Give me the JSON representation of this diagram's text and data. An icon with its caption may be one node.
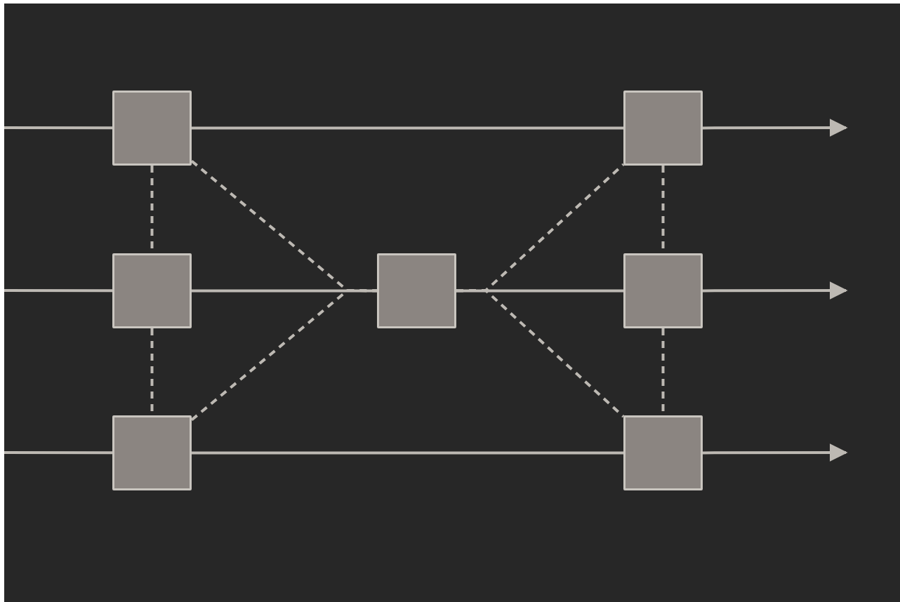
{
  "diagram": {
    "nodes": [
      {
        "text": [],
        "shape": "box"
      },
      {
        "text": [],
        "shape": "box"
      },
      {
        "text": [],
        "shape": "box"
      },
      {
        "text": [],
        "shape": "box"
      },
      {
        "text": [],
        "shape": "box"
      },
      {
        "text": [],
        "shape": "box"
      },
      {
        "text": [],
        "shape": "box"
      }
    ],
    "edges": [
      {
        "from": null,
        "to": 0,
        "arrow": "none"
      },
      {
        "from": 0,
        "to": 1,
        "arrow": "none"
      },
      {
        "from": 1,
        "to": null,
        "arrow": "to"
      },
      {
        "from": null,
        "to": 2,
        "arrow": "none"
      },
      {
        "from": 2,
        "to": 3,
        "arrow": "none"
      },
      {
        "from": 3,
        "to": 4,
        "arrow": "none"
      },
      {
        "from": 4,
        "to": null,
        "arrow": "to"
      },
      {
        "from": null,
        "to": 5,
        "arrow": "none"
      },
      {
        "from": 5,
        "to": 6,
        "arrow": "none"
      },
      {
        "from": 6,
        "to": null,
        "arrow": "to"
      },
      {
        "from": 0,
        "to": 2,
        "arrow": "none",
        "style": "dashed"
      },
      {
        "from": 2,
        "to": 5,
        "arrow": "none",
        "style": "dashed"
      },
      {
        "from": 1,
        "to": 4,
        "arrow": "none",
        "style": "dashed"
      },
      {
        "from": 4,
        "to": 6,
        "arrow": "none",
        "style": "dashed"
      },
      {
        "from": 0,
        "to": 3,
        "arrow": "none",
        "style": "dashed"
      },
      {
        "from": 5,
        "to": 3,
        "arrow": "none",
        "style": "dashed"
      },
      {
        "from": 3,
        "to": 1,
        "arrow": "none",
        "style": "dashed"
      },
      {
        "from": 3,
        "to": 6,
        "arrow": "none",
        "style": "dashed"
      }
    ]
  }
}
